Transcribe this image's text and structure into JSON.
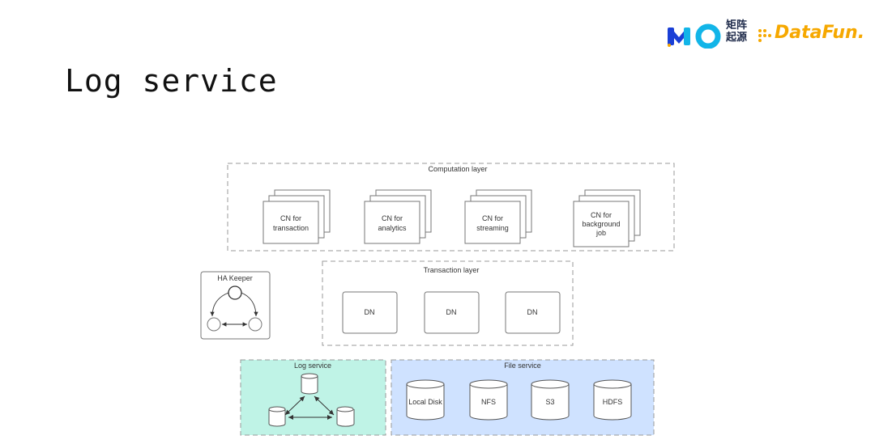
{
  "title": "Log service",
  "logo": {
    "mo": "MO",
    "cn_text": "矩阵起源",
    "datafun": "DataFun."
  },
  "diagram": {
    "computation": {
      "label": "Computation layer",
      "nodes": [
        {
          "lines": [
            "CN for",
            "transaction"
          ]
        },
        {
          "lines": [
            "CN for",
            "analytics"
          ]
        },
        {
          "lines": [
            "CN for",
            "streaming"
          ]
        },
        {
          "lines": [
            "CN for",
            "background",
            "job"
          ]
        }
      ]
    },
    "transaction": {
      "label": "Transaction layer",
      "nodes": [
        "DN",
        "DN",
        "DN"
      ]
    },
    "ha_keeper": {
      "label": "HA Keeper"
    },
    "log_service": {
      "label": "Log service"
    },
    "file_service": {
      "label": "File service",
      "stores": [
        "Local Disk",
        "NFS",
        "S3",
        "HDFS"
      ]
    },
    "colors": {
      "log_fill": "#bff3e6",
      "file_fill": "#cfe2ff",
      "border": "#9a9a9a"
    }
  }
}
